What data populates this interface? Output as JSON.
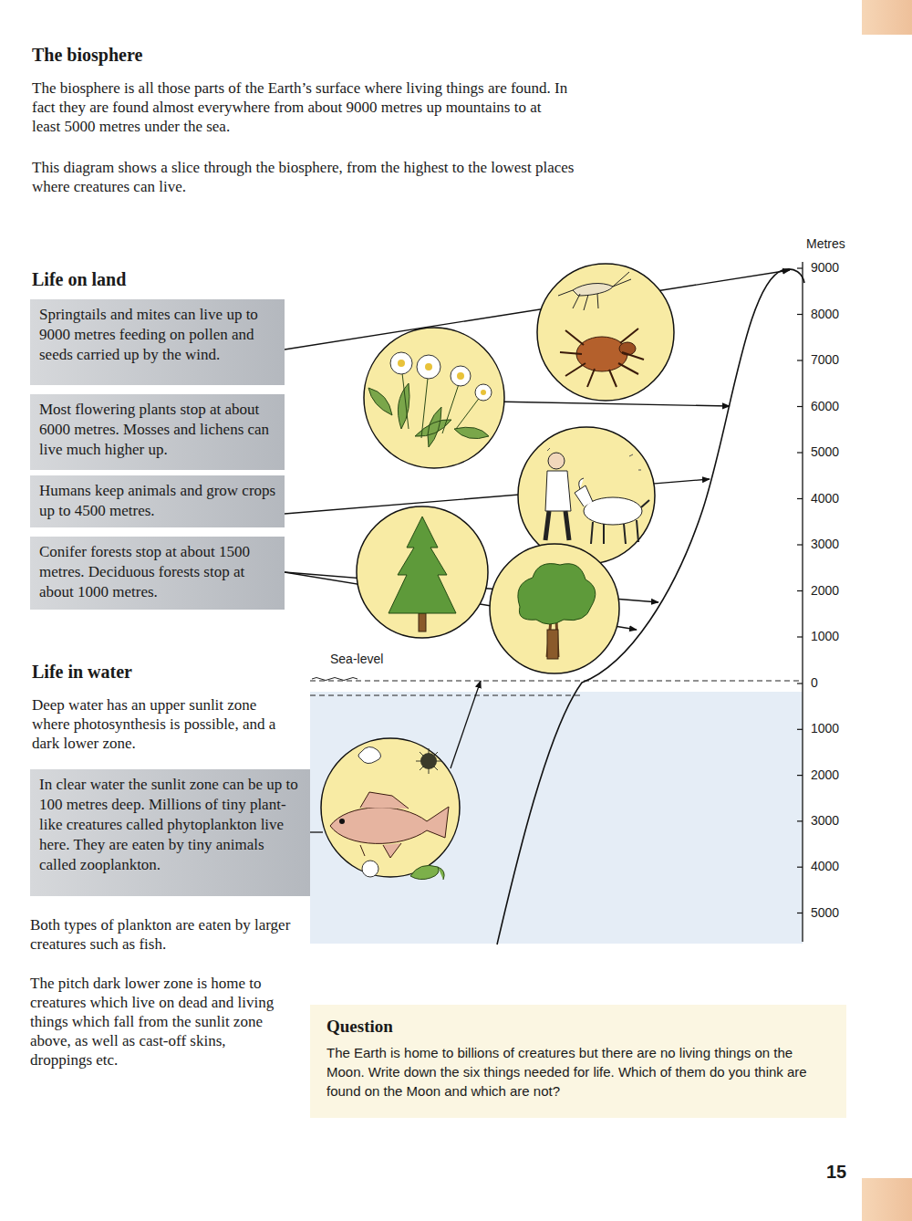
{
  "diagram": {
    "title": "The biosphere",
    "nodes": [
      {
        "text": [
          "Springtails and mites can live up to 9000 metres feeding on pollen and seeds carried up by the wind."
        ]
      },
      {
        "text": [
          "Most flowering plants stop at about 6000 metres. Mosses and lichens can live much higher up."
        ]
      },
      {
        "text": [
          "Humans keep animals and grow crops up to 4500 metres."
        ]
      },
      {
        "text": [
          "Conifer forests stop at about 1500 metres. Deciduous forests stop at about 1000 metres."
        ]
      },
      {
        "text": [
          "In clear water the sunlit zone can be up to 100 metres deep. Millions of tiny plant-like creatures called phytoplankton live here. They are eaten by tiny animals called zooplankton."
        ]
      },
      {
        "text": [
          "Question",
          "The Earth is home to billions of creatures but there are no living things on the Moon. Write down the six things needed for life. Which of them do you think are found on the Moon and which are not?"
        ]
      }
    ],
    "labels": [
      "The biosphere is all those parts of the Earth’s surface where living things are found. In fact they are found almost everywhere from about 9000 metres up mountains to at least 5000 metres under the sea.",
      "This diagram shows a slice through the biosphere, from the highest to the lowest places where creatures can live.",
      "Life on land",
      "Life in water",
      "Deep water has an upper sunlit zone where photosynthesis is possible, and a dark lower zone.",
      "Both types of plankton are eaten by larger creatures such as fish.",
      "The pitch dark lower zone is home to creatures which live on dead and living things which fall from the sunlit zone above, as well as cast-off skins, droppings etc.",
      "Sea-level",
      "Metres",
      "9000",
      "8000",
      "7000",
      "6000",
      "5000",
      "4000",
      "3000",
      "2000",
      "1000",
      "0",
      "1000",
      "2000",
      "3000",
      "4000",
      "5000",
      "15"
    ]
  }
}
